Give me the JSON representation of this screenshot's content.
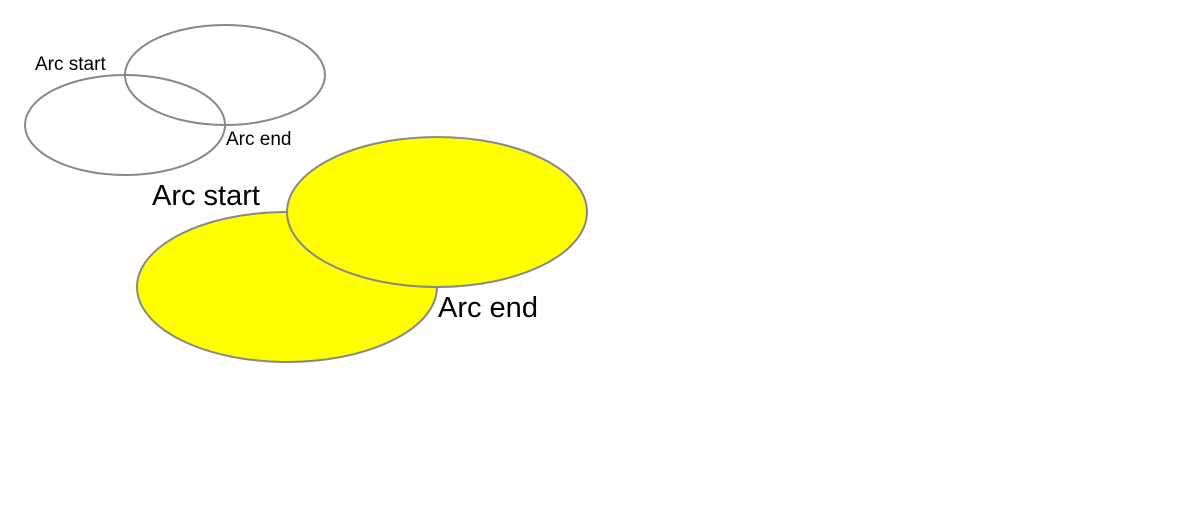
{
  "colors": {
    "stroke": "#888888",
    "fill_outline_group": "none",
    "fill_filled_group": "#ffff00",
    "text": "#000000"
  },
  "small_group": {
    "arc_start_label": "Arc start",
    "arc_end_label": "Arc end"
  },
  "large_group": {
    "arc_start_label": "Arc start",
    "arc_end_label": "Arc end"
  }
}
